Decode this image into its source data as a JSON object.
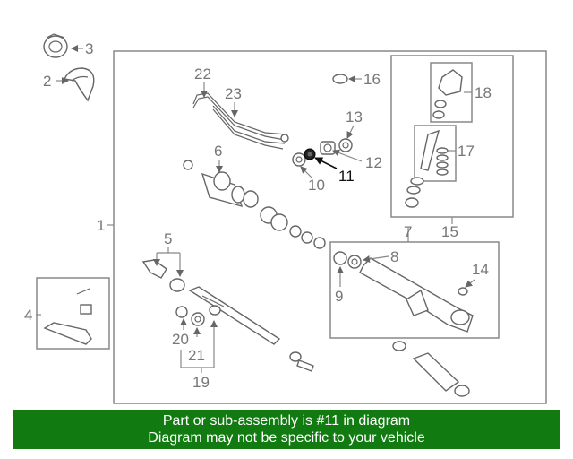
{
  "callouts": {
    "c1": "1",
    "c2": "2",
    "c3": "3",
    "c4": "4",
    "c5": "5",
    "c6": "6",
    "c7": "7",
    "c8": "8",
    "c9": "9",
    "c10": "10",
    "c11": "11",
    "c12": "12",
    "c13": "13",
    "c14": "14",
    "c15": "15",
    "c16": "16",
    "c17": "17",
    "c18": "18",
    "c19": "19",
    "c20": "20",
    "c21": "21",
    "c22": "22",
    "c23": "23"
  },
  "highlighted_part": "11",
  "banner": {
    "line1": "Part or sub-assembly is #11 in diagram",
    "line2": "Diagram may not be specific to your vehicle",
    "background": "#117a11"
  }
}
